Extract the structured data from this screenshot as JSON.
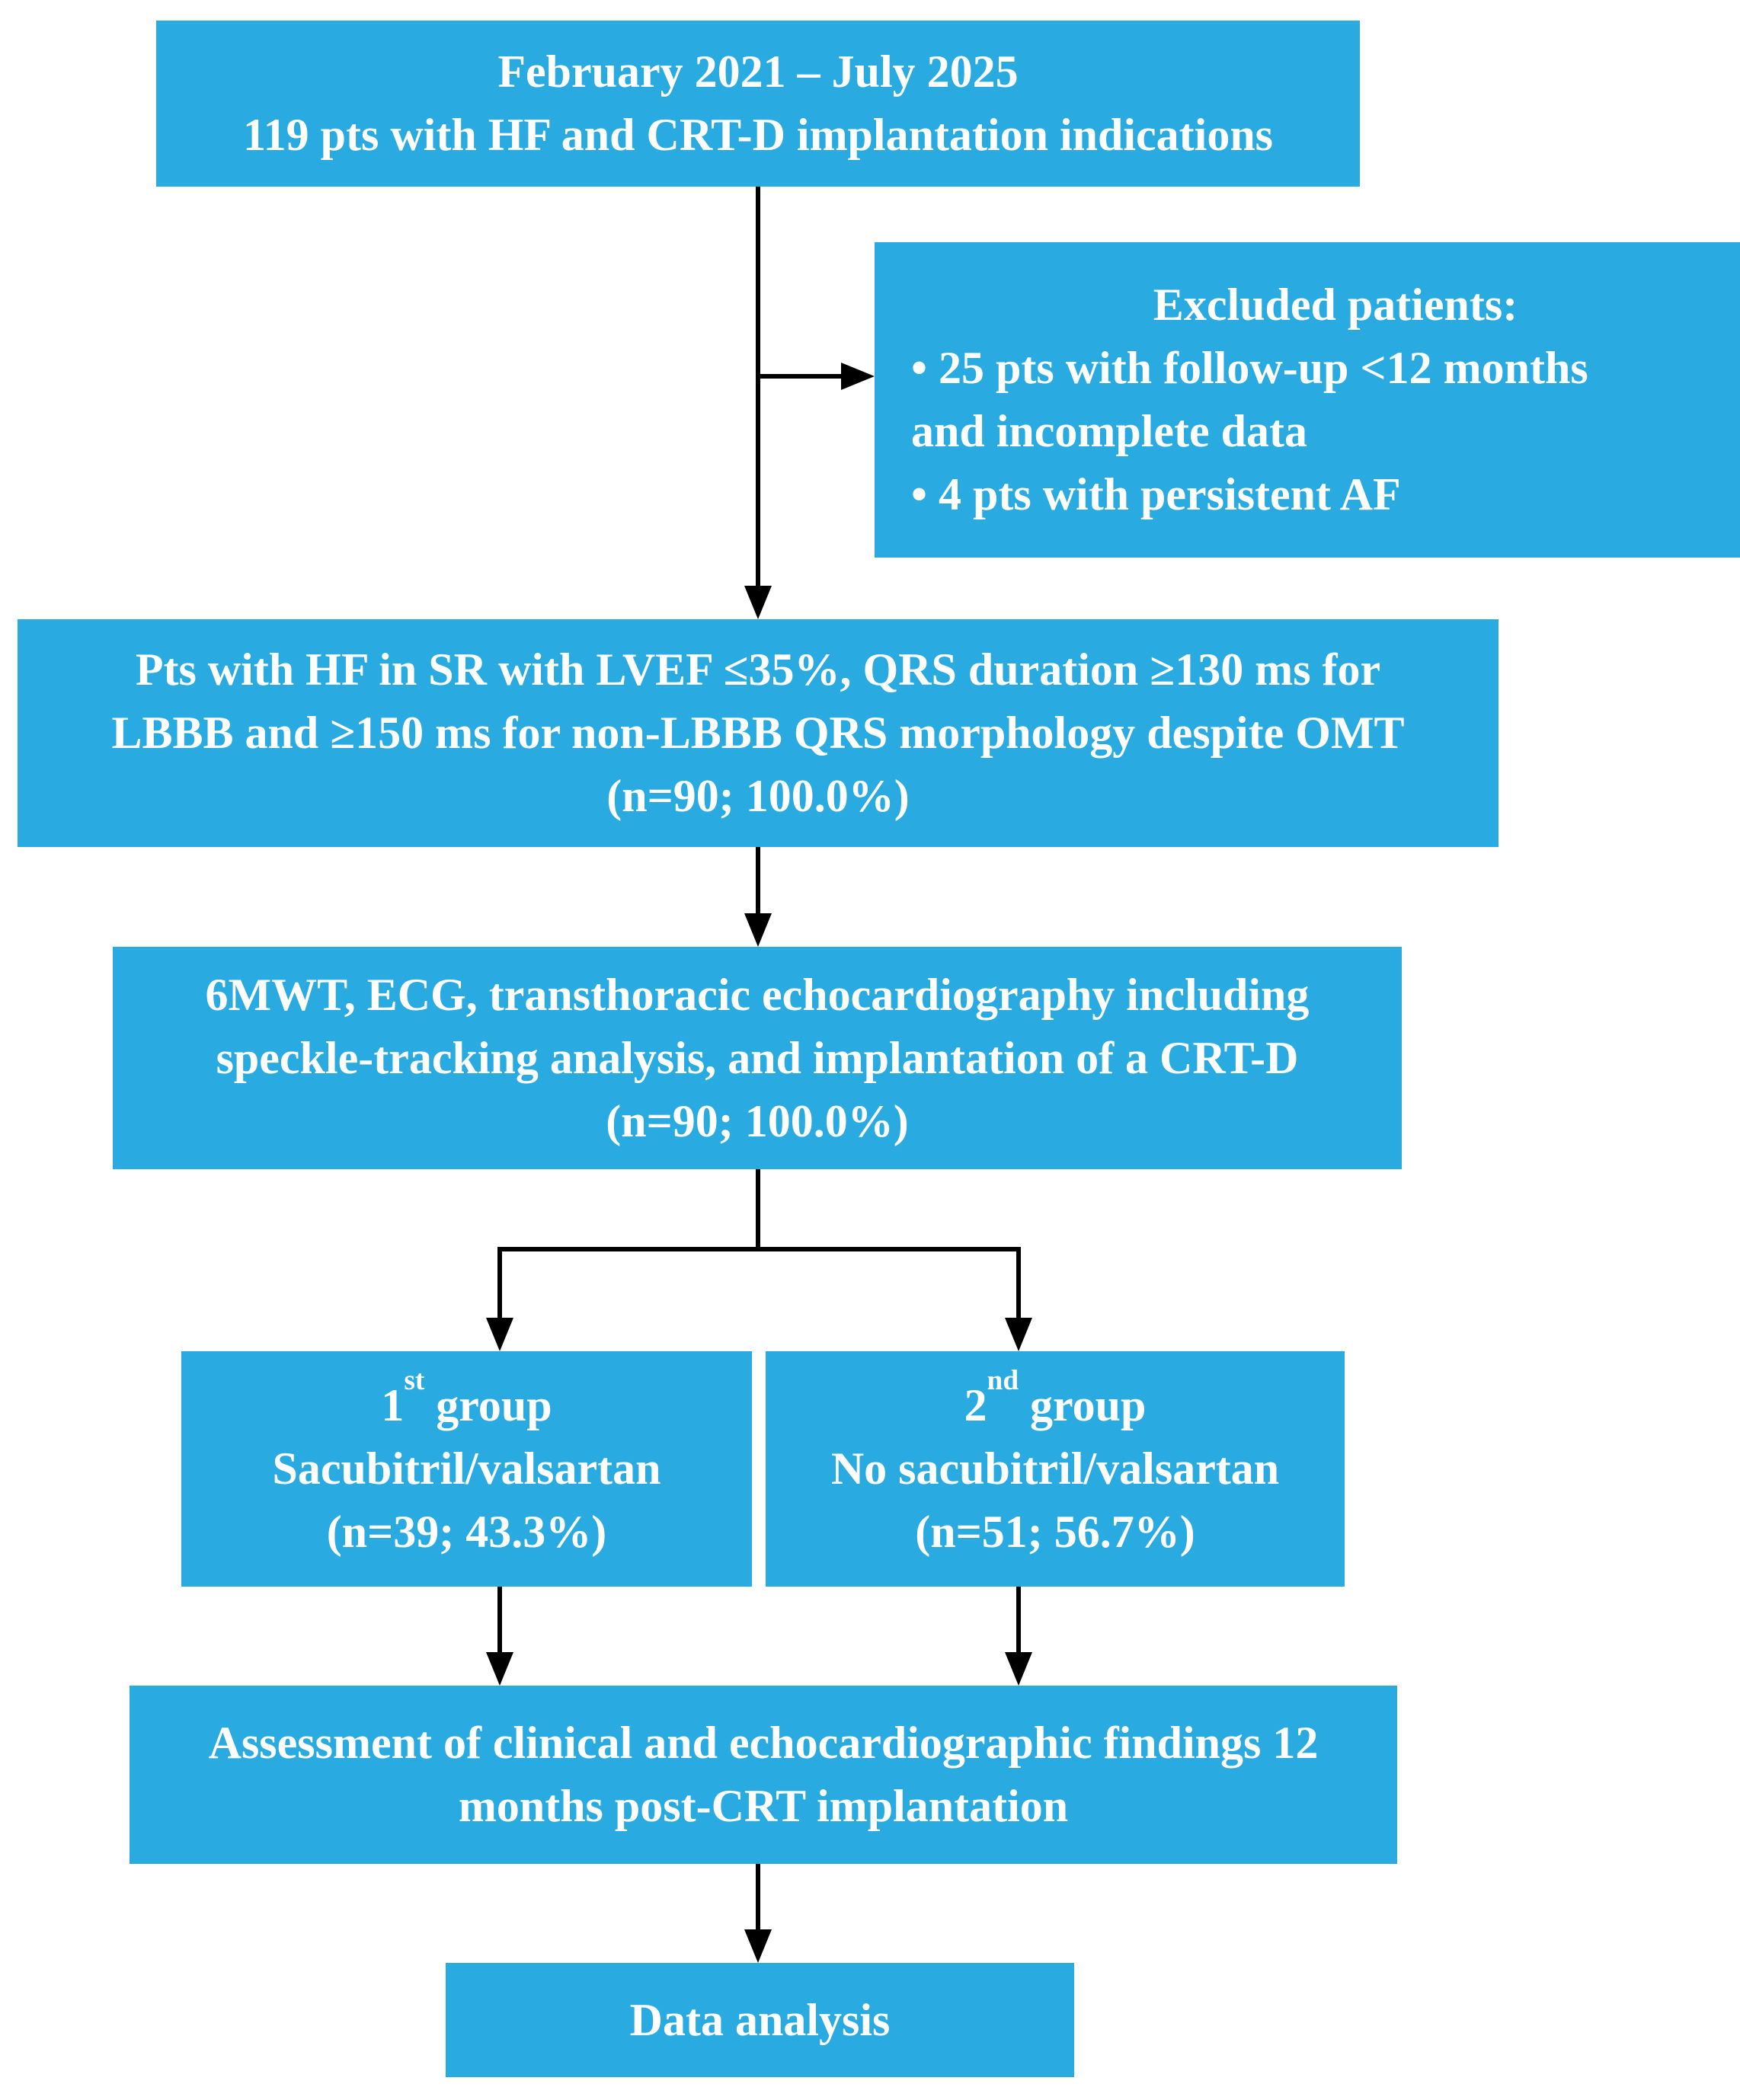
{
  "figure": {
    "kind": "patient-flow-diagram",
    "colors": {
      "box_fill": "#29ABE2",
      "text": "#FFFFFF",
      "connector": "#000000",
      "background": "#FFFFFF"
    }
  },
  "flowchart": {
    "initial": {
      "lines": [
        "February 2021 – July 2025",
        "119 pts with HF and CRT-D implantation indications"
      ]
    },
    "excluded": {
      "title": "Excluded patients:",
      "bullet_lines": [
        "• 25 pts with follow-up <12 months",
        "and incomplete data",
        "• 4 pts with persistent AF"
      ]
    },
    "criteria": {
      "lines": [
        "Pts with HF in SR with LVEF ≤35%, QRS duration ≥130 ms for",
        "LBBB and ≥150 ms for non-LBBB QRS morphology despite OMT",
        "(n=90; 100.0%)"
      ]
    },
    "tests": {
      "lines": [
        "6MWT, ECG, transthoracic echocardiography including",
        "speckle-tracking analysis, and implantation of a CRT-D",
        "(n=90; 100.0%)"
      ]
    },
    "group1": {
      "ordinal": "1",
      "ordinal_suffix": "st",
      "ordinal_rest": " group",
      "lines": [
        "Sacubitril/valsartan",
        "(n=39; 43.3%)"
      ]
    },
    "group2": {
      "ordinal": "2",
      "ordinal_suffix": "nd",
      "ordinal_rest": " group",
      "lines": [
        "No sacubitril/valsartan",
        "(n=51; 56.7%)"
      ]
    },
    "assessment": {
      "lines": [
        "Assessment of clinical and echocardiographic findings 12",
        "months post-CRT implantation"
      ]
    },
    "data_analysis": {
      "label": "Data analysis"
    }
  }
}
